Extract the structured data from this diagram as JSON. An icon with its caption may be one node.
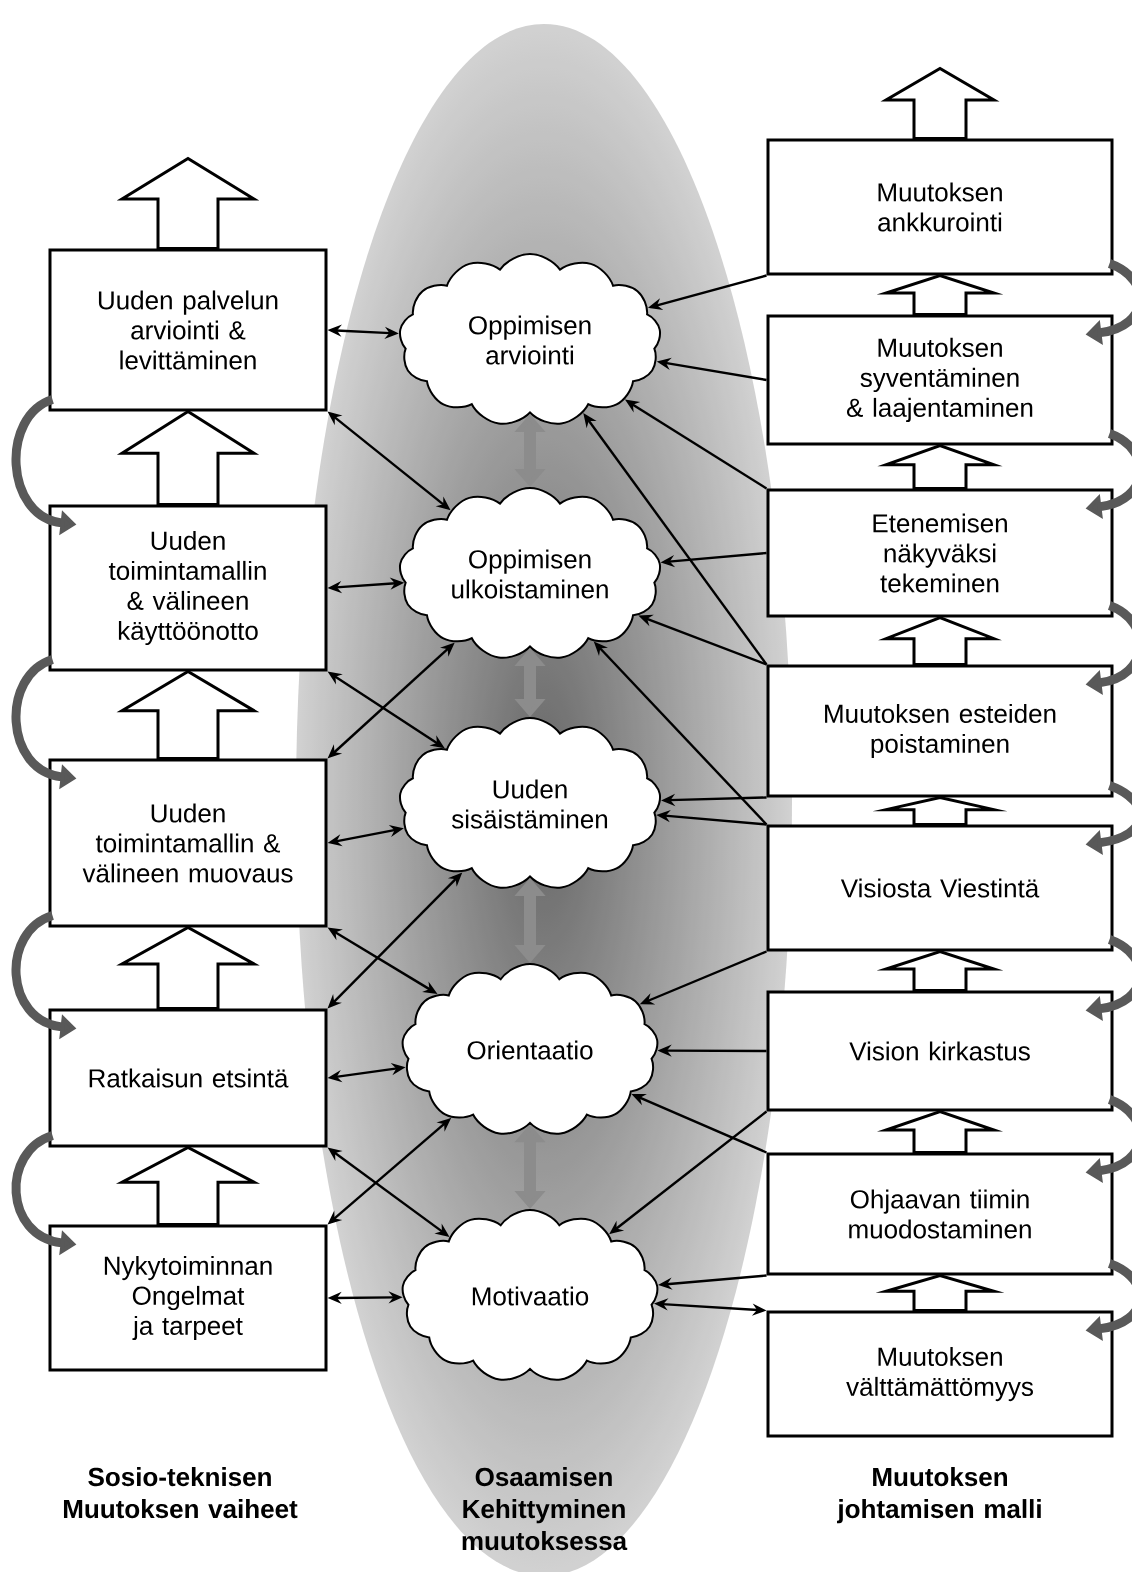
{
  "diagram": {
    "nodes": [
      {
        "text": [
          "Uuden palvelun arviointi & levittäminen"
        ]
      },
      {
        "text": [
          "Uuden toimintamallin & välineen käyttöönotto"
        ]
      },
      {
        "text": [
          "Uuden toimintamallin & välineen muovaus"
        ]
      },
      {
        "text": [
          "Ratkaisun etsintä"
        ]
      },
      {
        "text": [
          "Nykytoiminnan Ongelmat ja tarpeet"
        ]
      },
      {
        "text": [
          "Oppimisen arviointi"
        ]
      },
      {
        "text": [
          "Oppimisen ulkoistaminen"
        ]
      },
      {
        "text": [
          "Uuden sisäistäminen"
        ]
      },
      {
        "text": [
          "Orientaatio"
        ]
      },
      {
        "text": [
          "Motivaatio"
        ]
      },
      {
        "text": [
          "Muutoksen ankkurointi"
        ]
      },
      {
        "text": [
          "Muutoksen syventäminen & laajentaminen"
        ]
      },
      {
        "text": [
          "Etenemisen näkyväksi tekeminen"
        ]
      },
      {
        "text": [
          "Muutoksen esteiden poistaminen"
        ]
      },
      {
        "text": [
          "Visiosta Viestintä"
        ]
      },
      {
        "text": [
          "Vision kirkastus"
        ]
      },
      {
        "text": [
          "Ohjaavan tiimin muodostaminen"
        ]
      },
      {
        "text": [
          "Muutoksen välttämättömyys"
        ]
      }
    ],
    "edges": [
      {
        "from": 0,
        "to": null,
        "arrow": "to"
      },
      {
        "from": 1,
        "to": 0,
        "arrow": "to"
      },
      {
        "from": 2,
        "to": 1,
        "arrow": "to"
      },
      {
        "from": 3,
        "to": 2,
        "arrow": "to"
      },
      {
        "from": 4,
        "to": 3,
        "arrow": "to"
      },
      {
        "from": 10,
        "to": null,
        "arrow": "to"
      },
      {
        "from": 11,
        "to": 10,
        "arrow": "to"
      },
      {
        "from": 12,
        "to": 11,
        "arrow": "to"
      },
      {
        "from": 13,
        "to": 12,
        "arrow": "to"
      },
      {
        "from": 14,
        "to": 13,
        "arrow": "to"
      },
      {
        "from": 15,
        "to": 14,
        "arrow": "to"
      },
      {
        "from": 16,
        "to": 15,
        "arrow": "to"
      },
      {
        "from": 17,
        "to": 16,
        "arrow": "to"
      },
      {
        "from": 0,
        "to": 1,
        "arrow": "to",
        "style": "thick",
        "color": "#595959"
      },
      {
        "from": 1,
        "to": 2,
        "arrow": "to",
        "style": "thick",
        "color": "#595959"
      },
      {
        "from": 2,
        "to": 3,
        "arrow": "to",
        "style": "thick",
        "color": "#595959"
      },
      {
        "from": 3,
        "to": 4,
        "arrow": "to",
        "style": "thick",
        "color": "#595959"
      },
      {
        "from": 10,
        "to": 11,
        "arrow": "to",
        "style": "thick",
        "color": "#595959"
      },
      {
        "from": 11,
        "to": 12,
        "arrow": "to",
        "style": "thick",
        "color": "#595959"
      },
      {
        "from": 12,
        "to": 13,
        "arrow": "to",
        "style": "thick",
        "color": "#595959"
      },
      {
        "from": 13,
        "to": 14,
        "arrow": "to",
        "style": "thick",
        "color": "#595959"
      },
      {
        "from": 14,
        "to": 15,
        "arrow": "to",
        "style": "thick",
        "color": "#595959"
      },
      {
        "from": 15,
        "to": 16,
        "arrow": "to",
        "style": "thick",
        "color": "#595959"
      },
      {
        "from": 16,
        "to": 17,
        "arrow": "to",
        "style": "thick",
        "color": "#595959"
      },
      {
        "from": 5,
        "to": 6,
        "arrow": "both",
        "style": "thick",
        "color": "#8c8c8c"
      },
      {
        "from": 6,
        "to": 7,
        "arrow": "both",
        "style": "thick",
        "color": "#8c8c8c"
      },
      {
        "from": 7,
        "to": 8,
        "arrow": "both",
        "style": "thick",
        "color": "#8c8c8c"
      },
      {
        "from": 8,
        "to": 9,
        "arrow": "both",
        "style": "thick",
        "color": "#8c8c8c"
      },
      {
        "from": 0,
        "to": 5,
        "arrow": "both"
      },
      {
        "from": 0,
        "to": 6,
        "arrow": "both"
      },
      {
        "from": 1,
        "to": 6,
        "arrow": "both"
      },
      {
        "from": 1,
        "to": 7,
        "arrow": "both"
      },
      {
        "from": 2,
        "to": 6,
        "arrow": "both"
      },
      {
        "from": 2,
        "to": 7,
        "arrow": "both"
      },
      {
        "from": 2,
        "to": 8,
        "arrow": "both"
      },
      {
        "from": 3,
        "to": 7,
        "arrow": "both"
      },
      {
        "from": 3,
        "to": 8,
        "arrow": "both"
      },
      {
        "from": 3,
        "to": 9,
        "arrow": "both"
      },
      {
        "from": 4,
        "to": 8,
        "arrow": "both"
      },
      {
        "from": 4,
        "to": 9,
        "arrow": "both"
      },
      {
        "from": 10,
        "to": 5,
        "arrow": "to"
      },
      {
        "from": 11,
        "to": 5,
        "arrow": "to"
      },
      {
        "from": 12,
        "to": 5,
        "arrow": "to"
      },
      {
        "from": 13,
        "to": 5,
        "arrow": "to"
      },
      {
        "from": 12,
        "to": 6,
        "arrow": "to"
      },
      {
        "from": 13,
        "to": 6,
        "arrow": "to"
      },
      {
        "from": 14,
        "to": 6,
        "arrow": "to"
      },
      {
        "from": 13,
        "to": 7,
        "arrow": "to"
      },
      {
        "from": 14,
        "to": 7,
        "arrow": "to"
      },
      {
        "from": 14,
        "to": 8,
        "arrow": "to"
      },
      {
        "from": 15,
        "to": 8,
        "arrow": "to"
      },
      {
        "from": 16,
        "to": 8,
        "arrow": "to"
      },
      {
        "from": 15,
        "to": 9,
        "arrow": "to"
      },
      {
        "from": 16,
        "to": 9,
        "arrow": "to"
      },
      {
        "from": 17,
        "to": 9,
        "arrow": "both"
      }
    ],
    "labels": [
      "Sosio-teknisen Muutoksen vaiheet",
      "Osaamisen Kehittyminen muutoksessa",
      "Muutoksen johtamisen malli"
    ]
  }
}
